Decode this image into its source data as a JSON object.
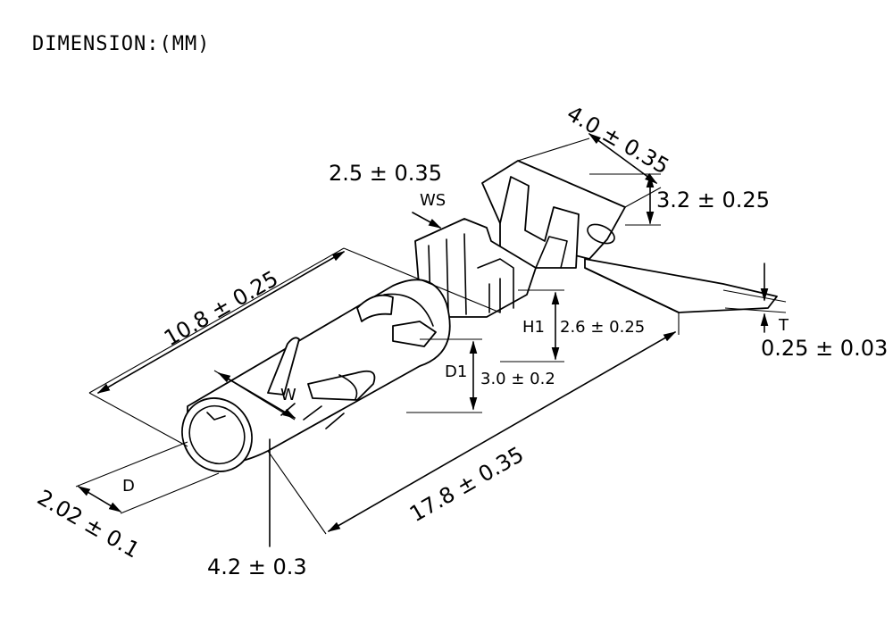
{
  "title": "DIMENSION:(MM)",
  "dimensions": {
    "overall_length": "17.8 ± 0.35",
    "barrel_length": "10.8 ± 0.25",
    "tab_width": "4.0 ± 0.35",
    "tab_height": "3.2 ± 0.25",
    "wire_slot": "2.5 ± 0.35",
    "wire_slot_tag": "WS",
    "insulation_height": "2.6 ± 0.25",
    "insulation_height_tag": "H1",
    "barrel_outer": "3.0 ± 0.2",
    "barrel_outer_tag": "D1",
    "width": "4.2 ± 0.3",
    "width_tag": "W",
    "pin_diameter": "2.02 ± 0.1",
    "pin_diameter_tag": "D",
    "thickness": "0.25 ± 0.03",
    "thickness_tag": "T"
  }
}
